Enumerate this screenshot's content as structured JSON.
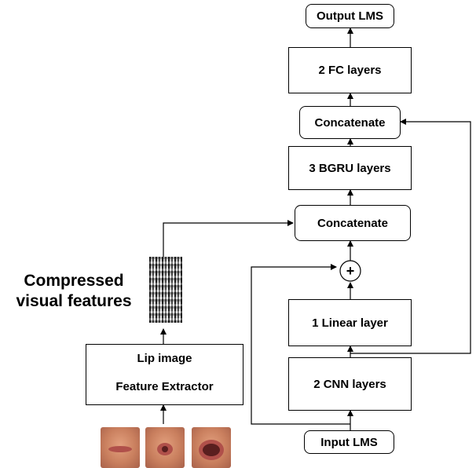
{
  "nodes": {
    "output_lms": "Output LMS",
    "fc_layers": "2 FC layers",
    "concatenate_top": "Concatenate",
    "bgru_layers": "3 BGRU layers",
    "concatenate_mid": "Concatenate",
    "plus": "+",
    "linear_layer": "1 Linear layer",
    "cnn_layers": "2 CNN layers",
    "input_lms": "Input LMS",
    "lip_extractor_line1": "Lip image",
    "lip_extractor_line2": "Feature Extractor"
  },
  "labels": {
    "compressed_line1": "Compressed",
    "compressed_line2": "visual features"
  },
  "images": {
    "lip_frames": [
      "lip-frame-closed",
      "lip-frame-round",
      "lip-frame-open"
    ],
    "feature_map": "compressed-feature-map"
  }
}
